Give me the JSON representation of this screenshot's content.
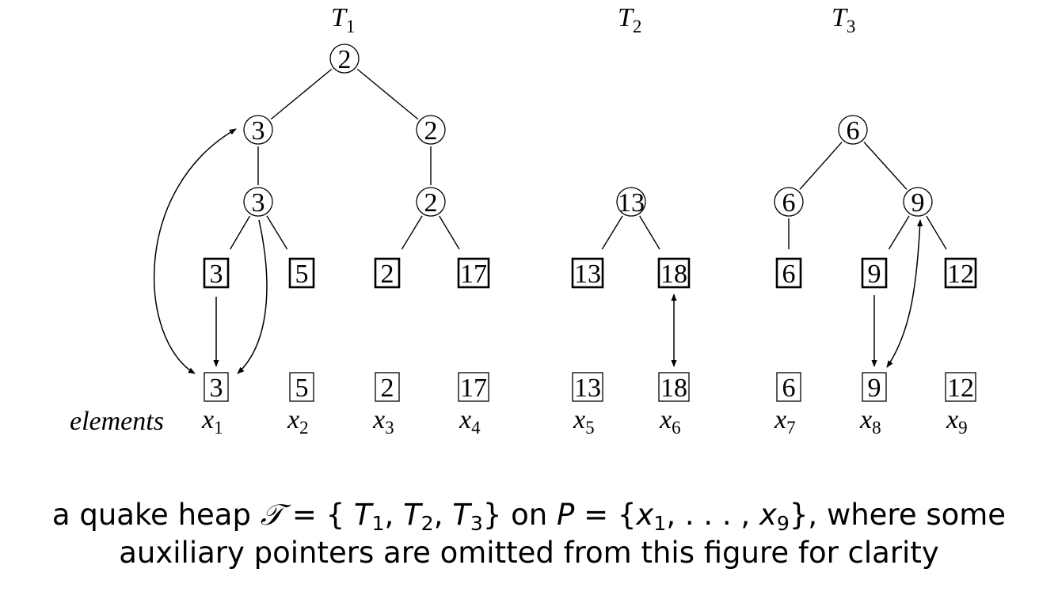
{
  "trees": [
    {
      "name": "T",
      "subscript": "1"
    },
    {
      "name": "T",
      "subscript": "2"
    },
    {
      "name": "T",
      "subscript": "3"
    }
  ],
  "nodes": [
    {
      "id": "t1-root",
      "kind": "circle",
      "value": "2"
    },
    {
      "id": "t1-a",
      "kind": "circle",
      "value": "3"
    },
    {
      "id": "t1-b",
      "kind": "circle",
      "value": "2"
    },
    {
      "id": "t1-a1",
      "kind": "circle",
      "value": "3"
    },
    {
      "id": "t1-b1",
      "kind": "circle",
      "value": "2"
    },
    {
      "id": "t1-l1",
      "kind": "leaf",
      "value": "3"
    },
    {
      "id": "t1-l2",
      "kind": "leaf",
      "value": "5"
    },
    {
      "id": "t1-l3",
      "kind": "leaf",
      "value": "2"
    },
    {
      "id": "t1-l4",
      "kind": "leaf",
      "value": "17"
    },
    {
      "id": "t2-root",
      "kind": "circle",
      "value": "13"
    },
    {
      "id": "t2-l1",
      "kind": "leaf",
      "value": "13"
    },
    {
      "id": "t2-l2",
      "kind": "leaf",
      "value": "18"
    },
    {
      "id": "t3-root",
      "kind": "circle",
      "value": "6"
    },
    {
      "id": "t3-a",
      "kind": "circle",
      "value": "6"
    },
    {
      "id": "t3-b",
      "kind": "circle",
      "value": "9"
    },
    {
      "id": "t3-l1",
      "kind": "leaf",
      "value": "6"
    },
    {
      "id": "t3-l2",
      "kind": "leaf",
      "value": "9"
    },
    {
      "id": "t3-l3",
      "kind": "leaf",
      "value": "12"
    }
  ],
  "edges": [
    [
      "t1-root",
      "t1-a"
    ],
    [
      "t1-root",
      "t1-b"
    ],
    [
      "t1-a",
      "t1-a1"
    ],
    [
      "t1-b",
      "t1-b1"
    ],
    [
      "t1-a1",
      "t1-l1"
    ],
    [
      "t1-a1",
      "t1-l2"
    ],
    [
      "t1-b1",
      "t1-l3"
    ],
    [
      "t1-b1",
      "t1-l4"
    ],
    [
      "t2-root",
      "t2-l1"
    ],
    [
      "t2-root",
      "t2-l2"
    ],
    [
      "t3-root",
      "t3-a"
    ],
    [
      "t3-root",
      "t3-b"
    ],
    [
      "t3-a",
      "t3-l1"
    ],
    [
      "t3-b",
      "t3-l2"
    ],
    [
      "t3-b",
      "t3-l3"
    ]
  ],
  "elements_label": "elements",
  "elements": [
    {
      "key": "1",
      "value": "3"
    },
    {
      "key": "2",
      "value": "5"
    },
    {
      "key": "3",
      "value": "2"
    },
    {
      "key": "4",
      "value": "17"
    },
    {
      "key": "5",
      "value": "13"
    },
    {
      "key": "6",
      "value": "18"
    },
    {
      "key": "7",
      "value": "6"
    },
    {
      "key": "8",
      "value": "9"
    },
    {
      "key": "9",
      "value": "12"
    }
  ],
  "caption": {
    "line1_prefix": "a quake heap ",
    "heap_symbol": "𝒯",
    "set_open": " = {",
    "set_close": "}",
    "on_word": " on ",
    "p_symbol": "P",
    "x_symbol": "x",
    "x_first": "1",
    "x_last": "9",
    "ellipsis": ", . . . , ",
    "line1_suffix": ", where some",
    "line2": "auxiliary pointers are omitted from this figure for clarity"
  }
}
